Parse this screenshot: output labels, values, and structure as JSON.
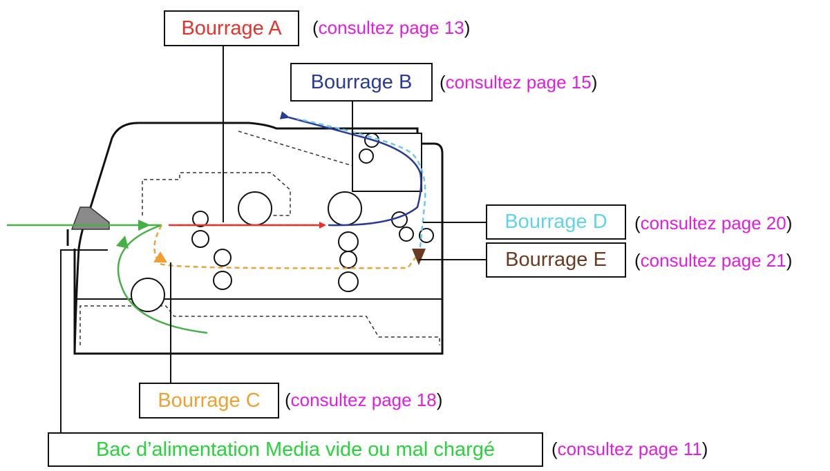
{
  "colors": {
    "jam_a": "#e8312b",
    "jam_b": "#2a3a9a",
    "jam_c": "#f0a030",
    "jam_d": "#5fd3ea",
    "jam_e": "#6a3a22",
    "tray": "#26d43a",
    "page_ref": "#e01ee0",
    "feed_path": "#45b045",
    "dashed_orange": "#e8a53a",
    "dashed_brown": "#7a4a3a",
    "dashed_blue": "#6ec6ea",
    "outline": "#111111"
  },
  "callouts": {
    "jam_a": {
      "label": "Bourrage A",
      "page_ref": "consultez page 13"
    },
    "jam_b": {
      "label": "Bourrage B",
      "page_ref": "consultez page 15"
    },
    "jam_c": {
      "label": "Bourrage C",
      "page_ref": "consultez page 18"
    },
    "jam_d": {
      "label": "Bourrage D",
      "page_ref": "consultez page 20"
    },
    "jam_e": {
      "label": "Bourrage E",
      "page_ref": "consultez page 21"
    },
    "tray": {
      "label": "Bac d’alimentation Media vide ou mal chargé",
      "page_ref": "consultez page 11"
    }
  }
}
